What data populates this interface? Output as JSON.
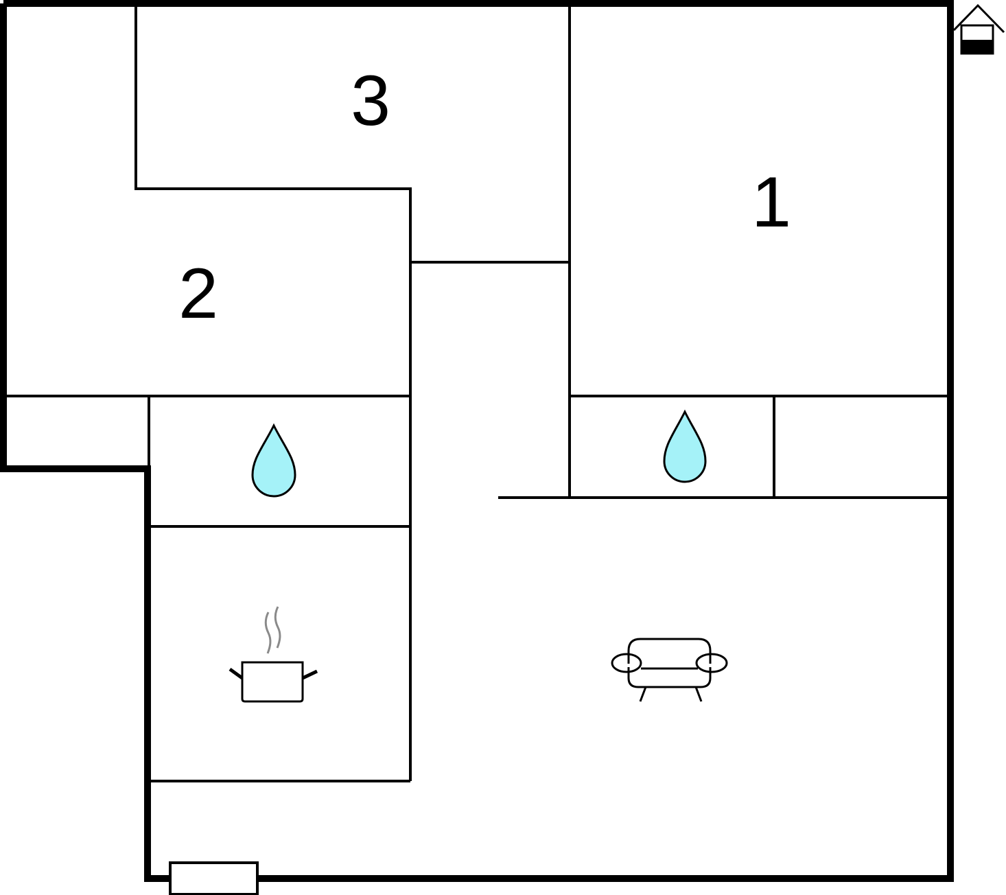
{
  "floor_plan": {
    "rooms": [
      {
        "id": "room-1",
        "number": "1"
      },
      {
        "id": "room-2",
        "number": "2"
      },
      {
        "id": "room-3",
        "number": "3"
      }
    ],
    "icons": {
      "bathroom_1": "water-drop-icon",
      "bathroom_2": "water-drop-icon",
      "kitchen": "cooking-pot-icon",
      "living_room": "sofa-icon",
      "entrance": "house-entrance-icon"
    },
    "colors": {
      "walls": "#000000",
      "water_drop": "#a5f2f8",
      "steam": "#8a8a8a",
      "entrance_fill": "#000000",
      "background": "#ffffff"
    }
  }
}
